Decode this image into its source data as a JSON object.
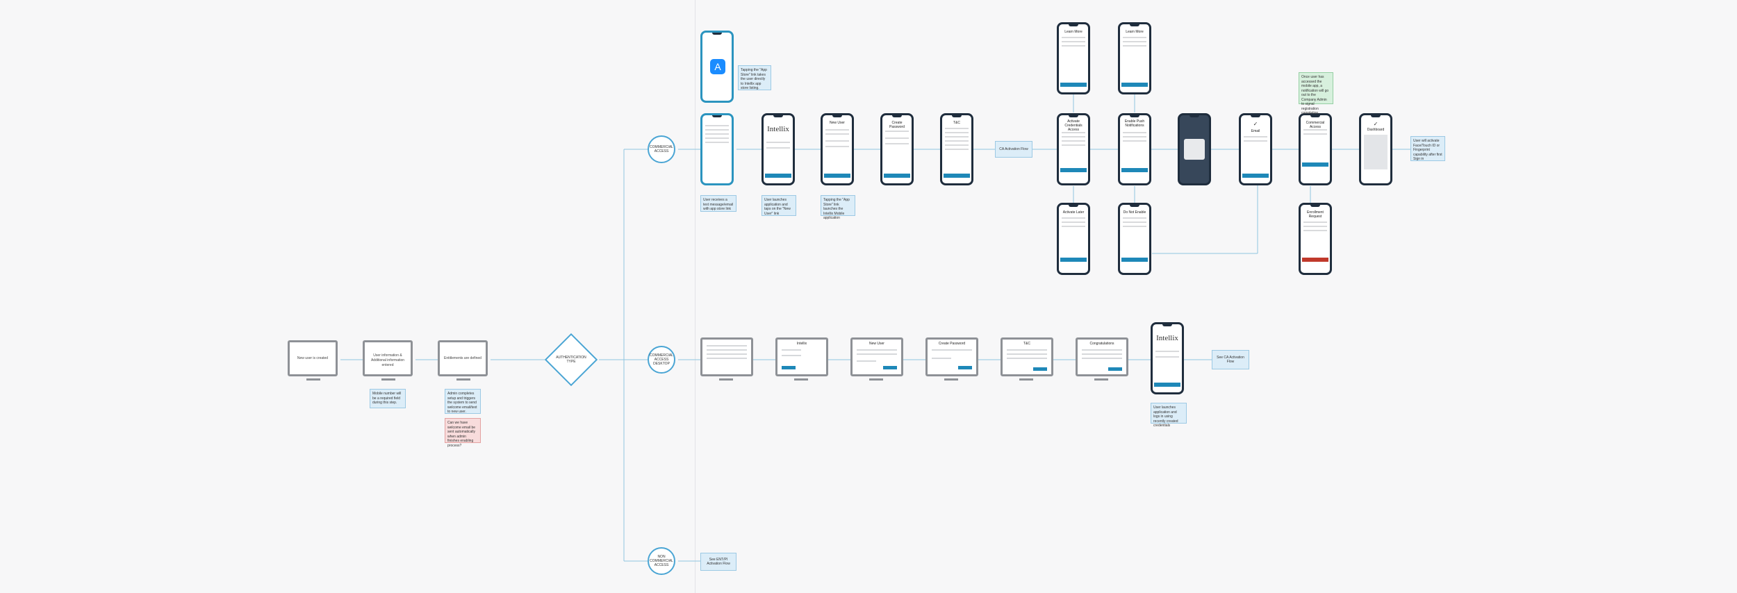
{
  "desktop": {
    "new_user": "New user is created",
    "user_info": "User information & Additional information entered",
    "entitlements": "Entitlements are defined",
    "note_mobile": "Mobile number will be a required field during this step.",
    "note_admin": "Admin completes setup and triggers the system to send welcome email/text to new user.",
    "note_question": "Can we have welcome email be sent automatically when admin finishes enabling process?"
  },
  "decision": {
    "auth_type": "AUTHENTICATION TYPE",
    "commercial_access": "COMMERCIAL ACCESS",
    "commercial_access_desktop": "COMMERCIAL ACCESS DESKTOP",
    "non_commercial_access": "NON COMMERCIAL ACCESS"
  },
  "mobile": {
    "note_email": "User receives a text message/email with app store link",
    "note_appstore": "Tapping the \"App Store\" link takes the user directly to Intellix app store listing.",
    "note_launch": "User launches application and taps on the \"New User\" link",
    "note_tapping": "Tapping the \"App Store\" link launches the Intellix Mobile application",
    "logo": "Intellix",
    "new_user": "New User",
    "create_password": "Create Password",
    "tnc": "T&C",
    "ca_activation": "CA Activation Flow",
    "learn_more_1": "Learn More",
    "learn_more_2": "Learn More",
    "activate_credentials": "Activate Credentials Access",
    "enable_push": "Enable Push Notifications",
    "activate_later": "Activate Later",
    "do_not_enable": "Do Not Enable",
    "email": "Email",
    "commercial_access": "Commercial Access",
    "dashboard": "Dashboard",
    "enrollment_request": "Enrollment Request",
    "note_once": "Once user has accessed the mobile app, a notification will go out to the Company Admin to signal registration completion.",
    "note_touchid": "User will activate Face/Touch ID or Fingerprint capability after first Sign in"
  },
  "web": {
    "intellix_small": "Intellix",
    "new_user": "New User",
    "create_password": "Create Password",
    "tnc": "T&C",
    "congratulations": "Congratulations",
    "see_ca": "See CA Activation Flow",
    "note_launch": "User launches application and logs in using recently created credentials",
    "see_ent": "See ENT/PI Activation Flow"
  }
}
